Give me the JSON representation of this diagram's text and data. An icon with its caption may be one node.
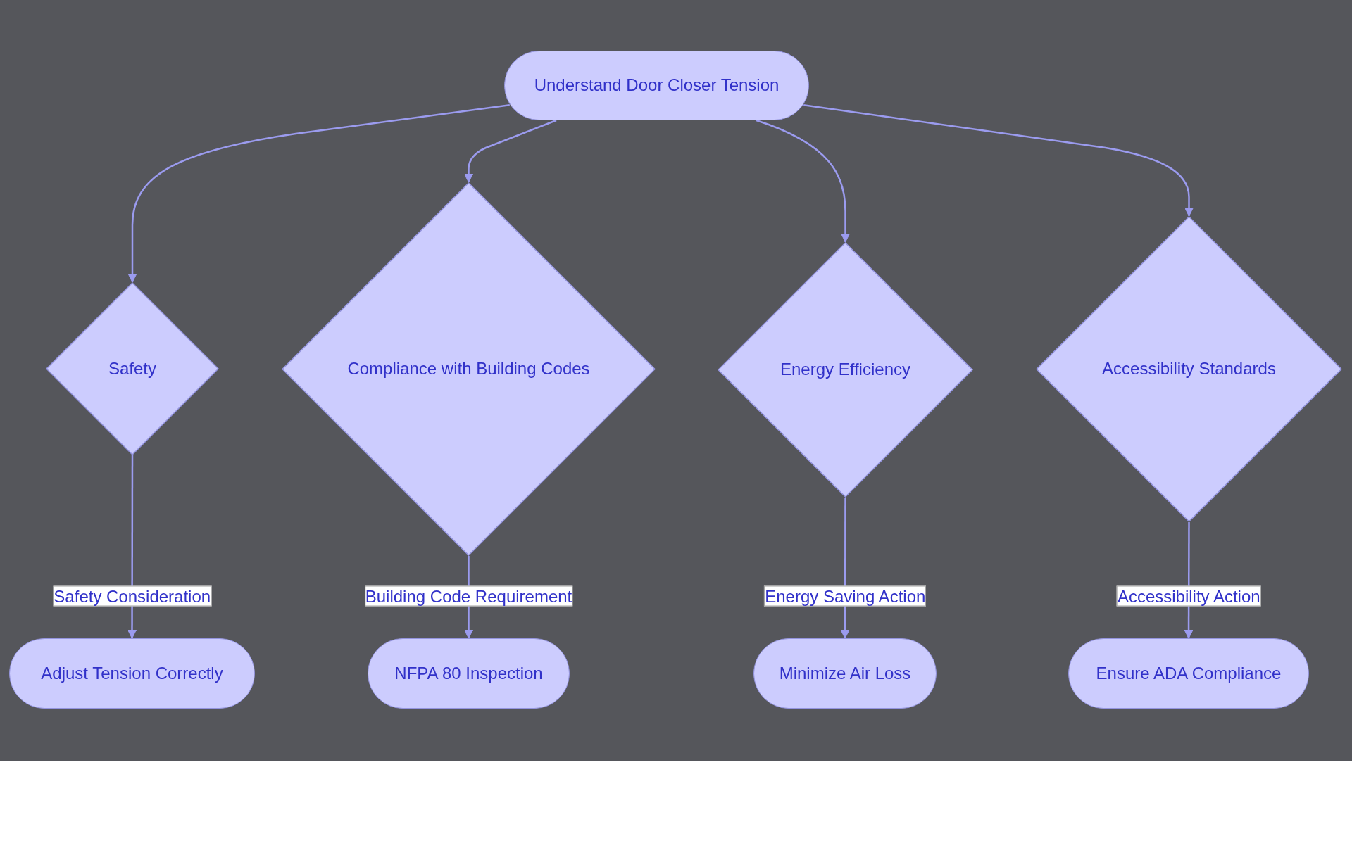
{
  "diagram": {
    "nodes": [
      {
        "text": [
          "Understand Door Closer Tension"
        ]
      },
      {
        "text": [
          "Safety"
        ]
      },
      {
        "text": [
          "Compliance with Building Codes"
        ]
      },
      {
        "text": [
          "Energy Efficiency"
        ]
      },
      {
        "text": [
          "Accessibility Standards"
        ]
      },
      {
        "text": [
          "Adjust Tension Correctly"
        ]
      },
      {
        "text": [
          "NFPA 80 Inspection"
        ]
      },
      {
        "text": [
          "Minimize Air Loss"
        ]
      },
      {
        "text": [
          "Ensure ADA Compliance"
        ]
      }
    ],
    "edges": [
      {
        "from": 0,
        "to": 1,
        "arrow": "to"
      },
      {
        "from": 0,
        "to": 2,
        "arrow": "to"
      },
      {
        "from": 0,
        "to": 3,
        "arrow": "to"
      },
      {
        "from": 0,
        "to": 4,
        "arrow": "to"
      },
      {
        "from": 1,
        "to": 5,
        "arrow": "to",
        "label": "Safety Consideration"
      },
      {
        "from": 2,
        "to": 6,
        "arrow": "to",
        "label": "Building Code Requirement"
      },
      {
        "from": 3,
        "to": 7,
        "arrow": "to",
        "label": "Energy Saving Action"
      },
      {
        "from": 4,
        "to": 8,
        "arrow": "to",
        "label": "Accessibility Action"
      }
    ]
  }
}
